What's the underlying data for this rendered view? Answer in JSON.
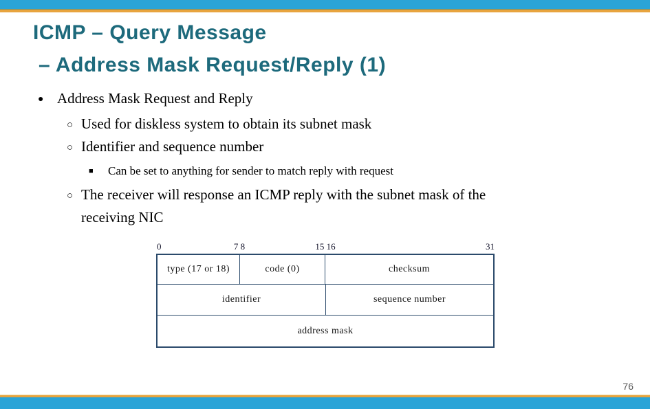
{
  "slide": {
    "title": {
      "line1": "ICMP – Query Message",
      "line2": "– Address Mask Request/Reply (1)"
    },
    "page_number": "76"
  },
  "bullets": [
    {
      "level": 1,
      "marker": "●",
      "text": "Address Mask Request and Reply"
    },
    {
      "level": 2,
      "marker": "○",
      "text": "Used for diskless system to obtain its subnet mask"
    },
    {
      "level": 2,
      "marker": "○",
      "text": "Identifier and sequence number"
    },
    {
      "level": 3,
      "marker": "■",
      "text": "Can be set to anything for sender to match reply with request"
    },
    {
      "level": 2,
      "marker": "○",
      "text": "The receiver will response an ICMP reply with the subnet mask of the receiving NIC"
    }
  ],
  "diagram": {
    "bit_labels": [
      "0",
      "7 8",
      "15 16",
      "31"
    ],
    "rows": [
      {
        "cells": [
          "type (17 or 18)",
          "code (0)",
          "checksum"
        ]
      },
      {
        "cells": [
          "identifier",
          "sequence number"
        ]
      },
      {
        "cells": [
          "address mask"
        ]
      }
    ]
  },
  "colors": {
    "accent_blue": "#2AA4D7",
    "accent_gold": "#E8A43E",
    "title_teal": "#1D6A7C",
    "table_border": "#2B4A6B",
    "body_text": "#000000",
    "page_number_gray": "#595959"
  }
}
